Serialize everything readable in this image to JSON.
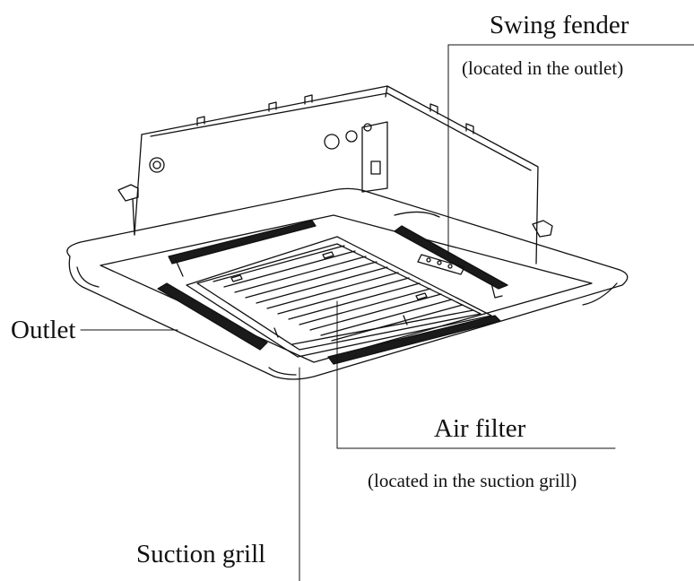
{
  "labels": {
    "swing_fender": "Swing fender",
    "swing_fender_note": "(located in the outlet)",
    "outlet": "Outlet",
    "air_filter": "Air filter",
    "air_filter_note": "(located in the suction grill)",
    "suction_grill": "Suction grill"
  },
  "colors": {
    "line": "#111111",
    "background": "#ffffff",
    "slot": "#1a1a1a",
    "accent_tint": "#e8c8d8"
  }
}
